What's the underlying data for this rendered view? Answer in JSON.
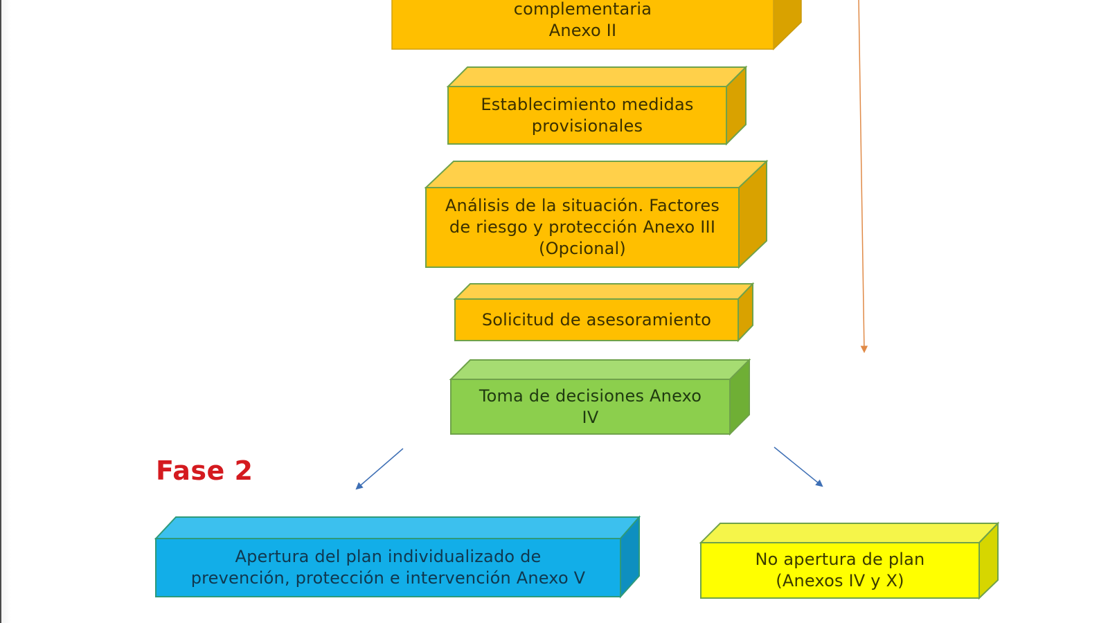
{
  "diagram": {
    "phase_label": "Fase 2",
    "colors": {
      "orange_front": "#FFBF00",
      "orange_top": "#FFD04A",
      "orange_side": "#D9A200",
      "green_front": "#8CCF4D",
      "green_top": "#A6DC72",
      "green_side": "#6FAF35",
      "blue_front": "#12AEE8",
      "blue_top": "#3CC0EE",
      "blue_side": "#0E8FC0",
      "yellow_front": "#FFFF00",
      "yellow_top": "#F5F54A",
      "yellow_side": "#D6D600",
      "edge": "#6FA24A",
      "phase_red": "#D41A1F",
      "arrow_blue": "#3E6FB5",
      "arrow_orange": "#E08A47"
    },
    "boxes": [
      {
        "id": "info-complementaria",
        "color": "orange",
        "line1": "complementaria",
        "line2": "Anexo II"
      },
      {
        "id": "medidas-provisionales",
        "color": "orange",
        "line1": "Establecimiento medidas",
        "line2": "provisionales"
      },
      {
        "id": "analisis-situacion",
        "color": "orange",
        "line1": "Análisis de la situación. Factores",
        "line2": "de riesgo y protección Anexo III",
        "line3": "(Opcional)"
      },
      {
        "id": "solicitud-asesoramiento",
        "color": "orange",
        "line1": "Solicitud de asesoramiento"
      },
      {
        "id": "toma-decisiones",
        "color": "green",
        "line1": "Toma de decisiones Anexo",
        "line2": "IV"
      },
      {
        "id": "apertura-plan",
        "color": "blue",
        "line1": "Apertura del plan individualizado de",
        "line2": "prevención, protección e intervención Anexo V"
      },
      {
        "id": "no-apertura-plan",
        "color": "yellow",
        "line1": "No apertura de plan",
        "line2": "(Anexos IV y X)"
      }
    ],
    "arrows": [
      {
        "id": "arrow-bypass-down",
        "color": "orange",
        "from": "top",
        "to": "toma-decisiones-level"
      },
      {
        "id": "arrow-to-apertura",
        "color": "blue",
        "from": "toma-decisiones",
        "to": "apertura-plan"
      },
      {
        "id": "arrow-to-no-apertura",
        "color": "blue",
        "from": "toma-decisiones",
        "to": "no-apertura-plan"
      }
    ]
  }
}
